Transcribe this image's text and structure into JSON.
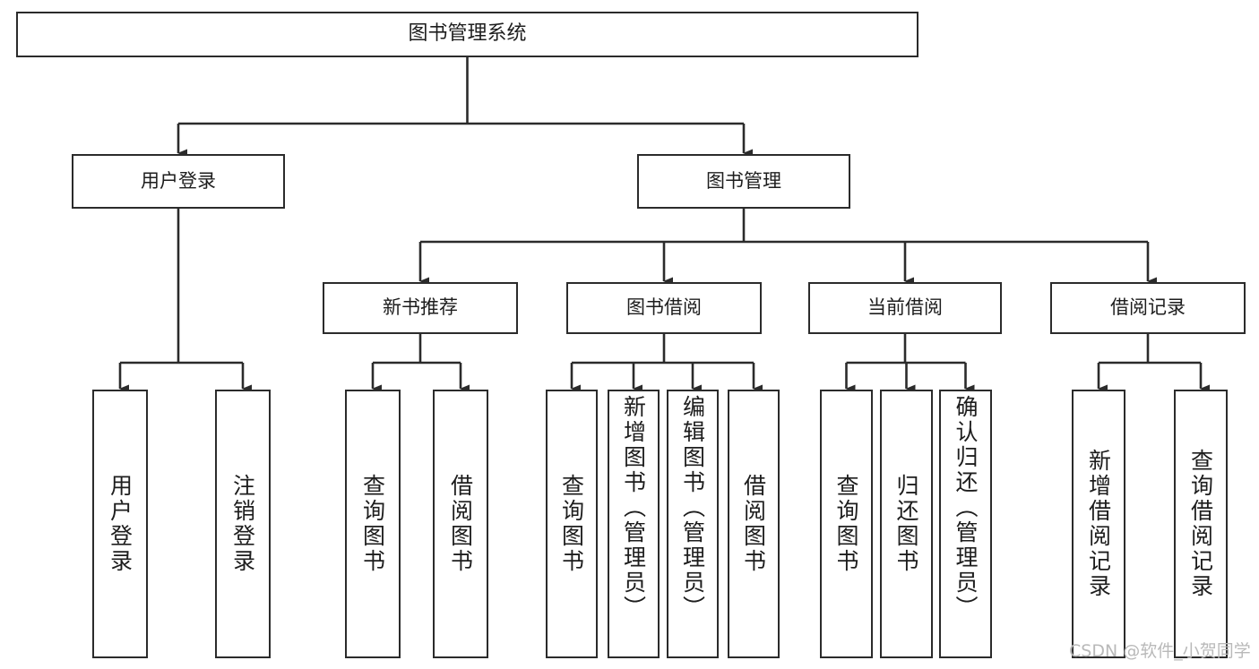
{
  "diagram": {
    "type": "tree-hierarchy",
    "title": "图书管理系统",
    "theme": {
      "background": "#ffffff",
      "box_border": "#2b2b2b",
      "box_fill": "#ffffff",
      "connector": "#2b2b2b",
      "text": "#1d1d1d",
      "watermark_text": "#b9b9b9"
    },
    "nodes": {
      "root": {
        "label": "图书管理系统",
        "level": 1,
        "orientation": "horizontal"
      },
      "l2_0": {
        "label": "用户登录",
        "level": 2,
        "orientation": "horizontal"
      },
      "l2_1": {
        "label": "图书管理",
        "level": 2,
        "orientation": "horizontal"
      },
      "l3_0": {
        "label": "新书推荐",
        "level": 3,
        "orientation": "horizontal"
      },
      "l3_1": {
        "label": "图书借阅",
        "level": 3,
        "orientation": "horizontal"
      },
      "l3_2": {
        "label": "当前借阅",
        "level": 3,
        "orientation": "horizontal"
      },
      "l3_3": {
        "label": "借阅记录",
        "level": 3,
        "orientation": "horizontal"
      },
      "leaf_0": {
        "label": "用户登录",
        "level": 4,
        "orientation": "vertical",
        "align": "center"
      },
      "leaf_1": {
        "label": "注销登录",
        "level": 4,
        "orientation": "vertical",
        "align": "center"
      },
      "leaf_2": {
        "label": "查询图书",
        "level": 4,
        "orientation": "vertical",
        "align": "center"
      },
      "leaf_3": {
        "label": "借阅图书",
        "level": 4,
        "orientation": "vertical",
        "align": "center"
      },
      "leaf_4": {
        "label": "查询图书",
        "level": 4,
        "orientation": "vertical",
        "align": "center"
      },
      "leaf_5": {
        "label": "新增图书（管理员）",
        "level": 4,
        "orientation": "vertical",
        "align": "top"
      },
      "leaf_6": {
        "label": "编辑图书（管理员）",
        "level": 4,
        "orientation": "vertical",
        "align": "top"
      },
      "leaf_7": {
        "label": "借阅图书",
        "level": 4,
        "orientation": "vertical",
        "align": "center"
      },
      "leaf_8": {
        "label": "查询图书",
        "level": 4,
        "orientation": "vertical",
        "align": "center"
      },
      "leaf_9": {
        "label": "归还图书",
        "level": 4,
        "orientation": "vertical",
        "align": "center"
      },
      "leaf_10": {
        "label": "确认归还（管理员）",
        "level": 4,
        "orientation": "vertical",
        "align": "top"
      },
      "leaf_11": {
        "label": "新增借阅记录",
        "level": 4,
        "orientation": "vertical",
        "align": "center"
      },
      "leaf_12": {
        "label": "查询借阅记录",
        "level": 4,
        "orientation": "vertical",
        "align": "center"
      }
    },
    "edges": [
      {
        "from": "root",
        "to": "l2_0"
      },
      {
        "from": "root",
        "to": "l2_1"
      },
      {
        "from": "l2_1",
        "to": "l3_0"
      },
      {
        "from": "l2_1",
        "to": "l3_1"
      },
      {
        "from": "l2_1",
        "to": "l3_2"
      },
      {
        "from": "l2_1",
        "to": "l3_3"
      },
      {
        "from": "l2_0",
        "to": "leaf_0"
      },
      {
        "from": "l2_0",
        "to": "leaf_1"
      },
      {
        "from": "l3_0",
        "to": "leaf_2"
      },
      {
        "from": "l3_0",
        "to": "leaf_3"
      },
      {
        "from": "l3_1",
        "to": "leaf_4"
      },
      {
        "from": "l3_1",
        "to": "leaf_5"
      },
      {
        "from": "l3_1",
        "to": "leaf_6"
      },
      {
        "from": "l3_1",
        "to": "leaf_7"
      },
      {
        "from": "l3_2",
        "to": "leaf_8"
      },
      {
        "from": "l3_2",
        "to": "leaf_9"
      },
      {
        "from": "l3_2",
        "to": "leaf_10"
      },
      {
        "from": "l3_3",
        "to": "leaf_11"
      },
      {
        "from": "l3_3",
        "to": "leaf_12"
      }
    ]
  },
  "watermark": {
    "label": "CSDN @软件_小贺同学"
  }
}
